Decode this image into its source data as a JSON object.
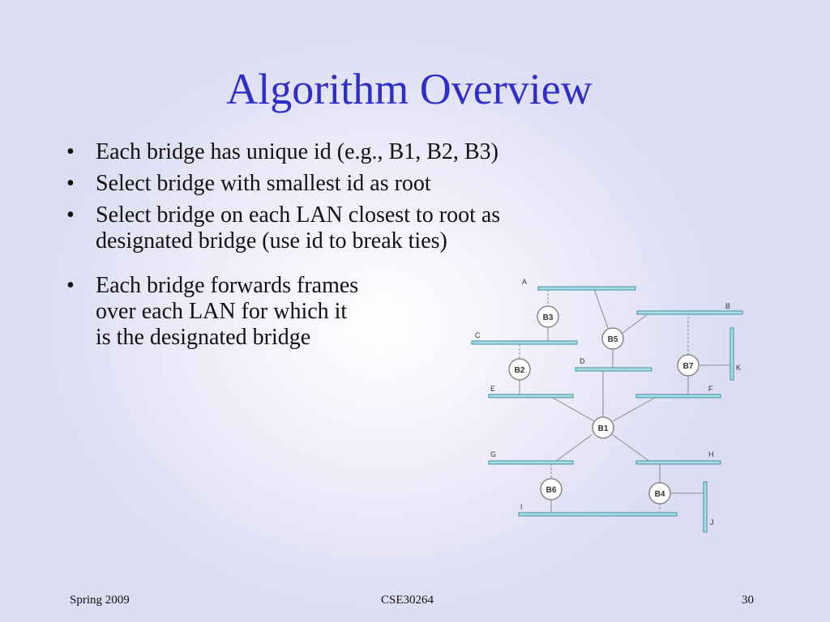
{
  "title": "Algorithm Overview",
  "bullets": [
    "Each bridge has unique id (e.g., B1, B2, B3)",
    "Select bridge with smallest id as root",
    [
      "Select bridge on each LAN closest to root as",
      "designated bridge (use id to break ties)"
    ],
    [
      "Each bridge forwards frames",
      "over each LAN for which it",
      "is the designated bridge"
    ]
  ],
  "diagram": {
    "lans": [
      "A",
      "B",
      "C",
      "D",
      "E",
      "F",
      "G",
      "H",
      "I",
      "J",
      "K"
    ],
    "bridges": [
      "B1",
      "B2",
      "B3",
      "B4",
      "B5",
      "B6",
      "B7"
    ]
  },
  "footer": {
    "left": "Spring 2009",
    "center": "CSE30264",
    "right": "30"
  },
  "colors": {
    "title": "#2f2fc8",
    "lan_fill": "#a8dde4",
    "lan_stroke": "#3f8fa3",
    "bridge_stroke": "#777777"
  }
}
